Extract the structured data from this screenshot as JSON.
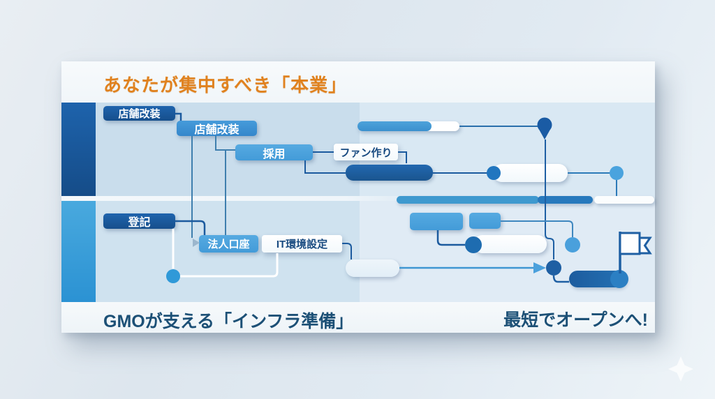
{
  "header": {
    "title": "あなたが集中すべき「本業」"
  },
  "footer": {
    "left": "GMOが支える「インフラ準備」",
    "right": "最短でオープンへ!"
  },
  "nodes": {
    "renovation1": "店舗改装",
    "renovation2": "店舗改装",
    "hiring": "採用",
    "fan_building": "ファン作り",
    "registration": "登記",
    "corporate_account": "法人口座",
    "it_setup": "IT環境設定"
  },
  "icons": {
    "pin": "milestone-pin",
    "flag": "goal-flag",
    "sparkle": "sparkle"
  },
  "colors": {
    "accent_orange": "#e0821f",
    "navy_box": "#1a5ba4",
    "mid_blue": "#3b90d2",
    "light_blue": "#4aa0dc",
    "footer_text": "#1c5076",
    "connector_navy": "#1b5a9e",
    "connector_steel": "#3f7fae",
    "arrow_blue": "#3e96d2"
  }
}
